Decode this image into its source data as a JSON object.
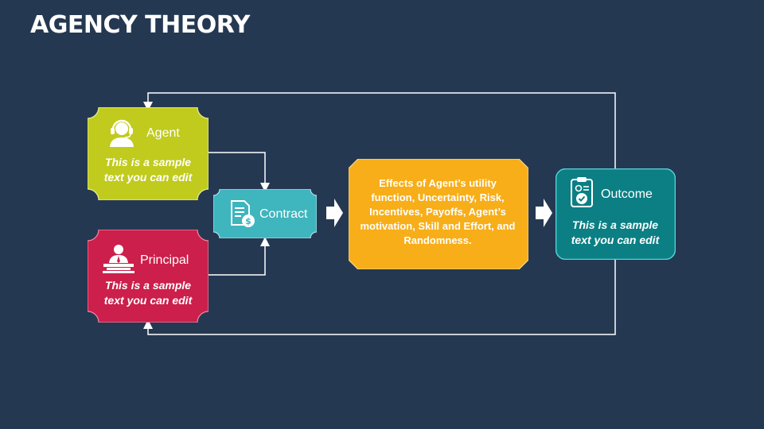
{
  "title": "AGENCY THEORY",
  "agent": {
    "label": "Agent",
    "text": "This is a sample text you can edit",
    "color": "#c0cb1e",
    "icon": "headset-agent-icon"
  },
  "principal": {
    "label": "Principal",
    "text": "This is a sample text you can edit",
    "color": "#cc1f4b",
    "icon": "executive-desk-icon"
  },
  "contract": {
    "label": "Contract",
    "color": "#3fb5be",
    "icon": "contract-document-dollar-icon"
  },
  "effects": {
    "text": "Effects of Agent’s utility function, Uncertainty, Risk, Incentives, Payoffs, Agent’s motivation, Skill and Effort, and Randomness.",
    "color": "#f7ae18"
  },
  "outcome": {
    "label": "Outcome",
    "text": "This is a sample text you can edit",
    "color": "#0b7f84",
    "icon": "clipboard-check-icon"
  },
  "background": "#253852"
}
